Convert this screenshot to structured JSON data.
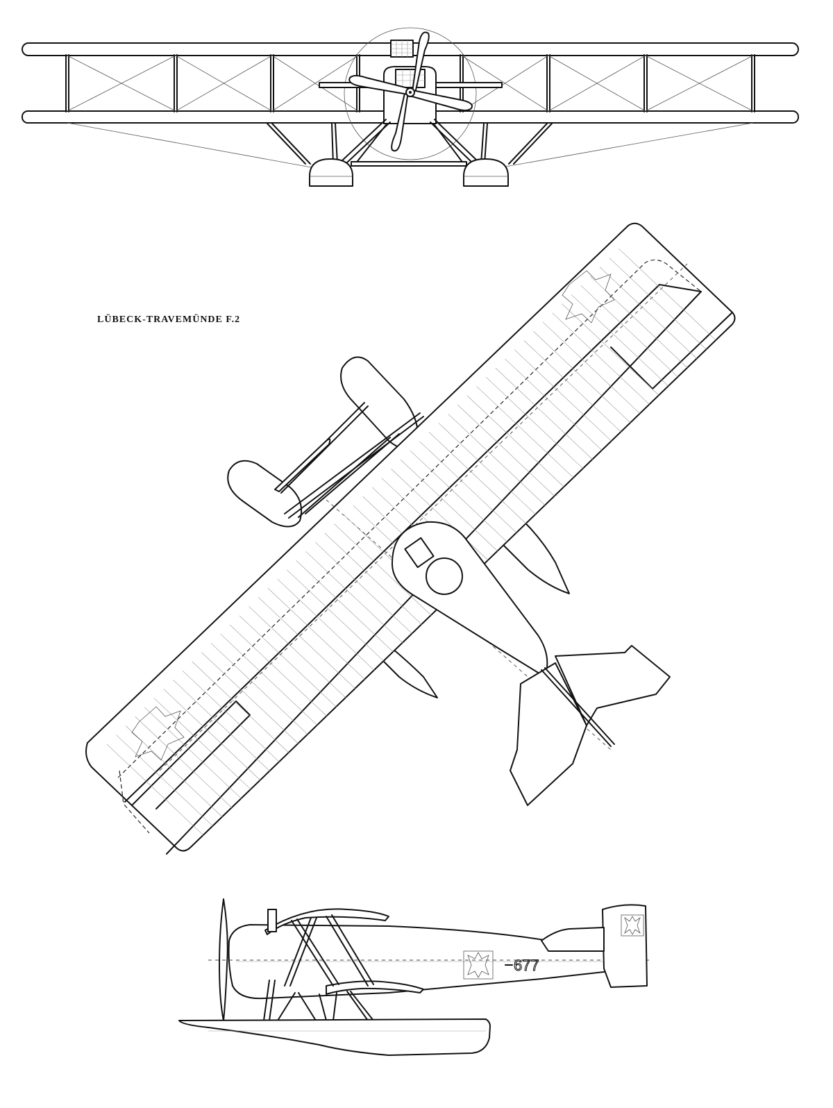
{
  "drawing": {
    "title": "LÜBECK-TRAVEMÜNDE F.2",
    "registration": "677",
    "views": [
      "front-view",
      "plan-view",
      "side-view"
    ],
    "ink_color": "#111111",
    "paper_color": "#ffffff",
    "icons": {
      "insignia": "iron-cross-icon",
      "propeller": "propeller-icon"
    }
  }
}
